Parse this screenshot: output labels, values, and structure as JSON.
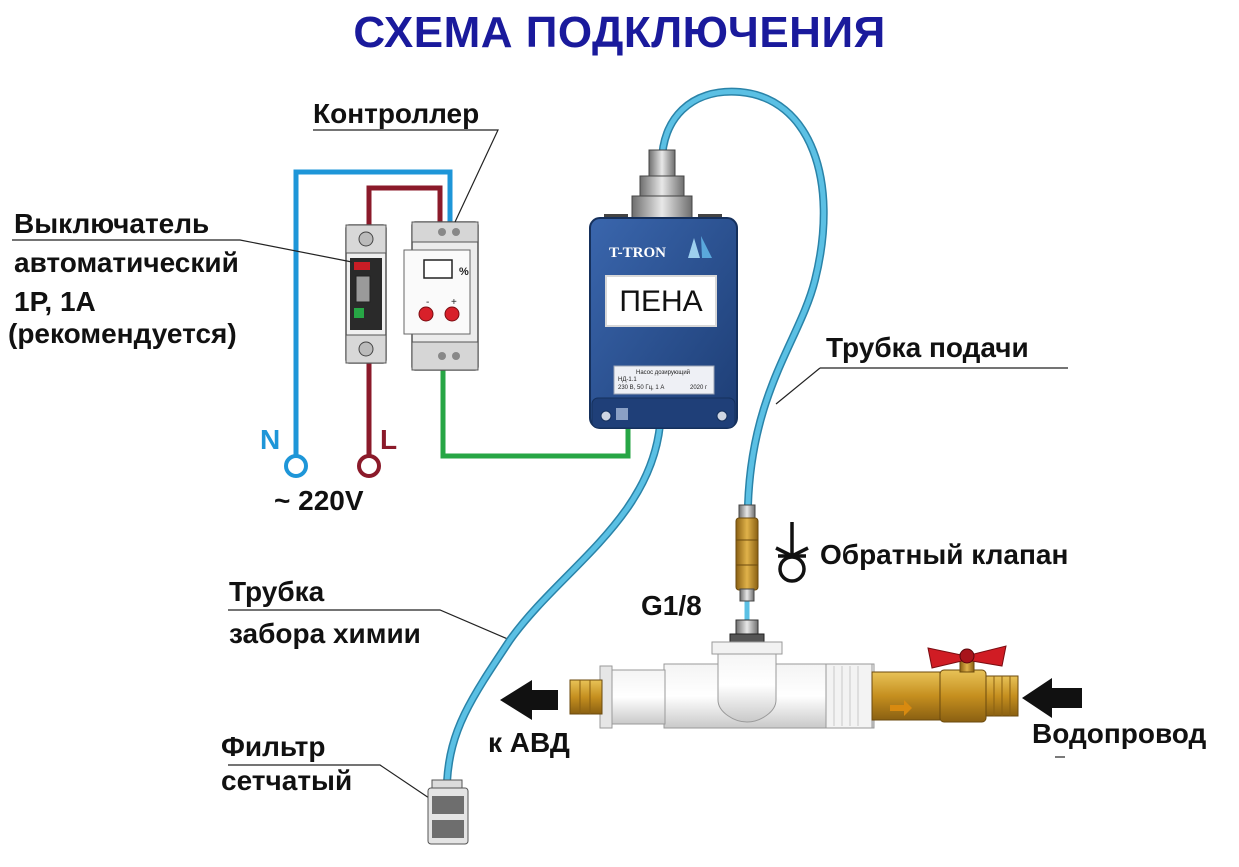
{
  "title": "СХЕМА ПОДКЛЮЧЕНИЯ",
  "labels": {
    "controller": "Контроллер",
    "breaker_line1": "Выключатель",
    "breaker_line2": "автоматический",
    "breaker_line3": "1Р, 1А",
    "breaker_line4": "(рекомендуется)",
    "neutral": "N",
    "line": "L",
    "voltage": "~ 220V",
    "supply_tube": "Трубка  подачи",
    "check_valve": "Обратный клапан",
    "thread": "G1/8",
    "intake_tube_line1": "Трубка",
    "intake_tube_line2": "забора химии",
    "filter_line1": "Фильтр",
    "filter_line2": "сетчатый",
    "to_avd": "к АВД",
    "water_main": "Водопровод"
  },
  "pump": {
    "brand": "T-TRON",
    "display": "ПЕНА",
    "plate_line1": "Насос дозирующий",
    "plate_line2": "НД-1.1",
    "plate_line3": "230 В, 50 Гц, 1 А",
    "plate_year": "2020 г"
  },
  "controller_device": {
    "unit": "%"
  },
  "colors": {
    "title": "#1a1a9c",
    "neutral_wire": "#1e96d8",
    "line_wire": "#8b1a2a",
    "signal_wire": "#27a645",
    "tube": "#5bc0e4",
    "pump_body": "#2b4f8e",
    "brass": "#c99a2e",
    "valve_handle": "#d01c24"
  },
  "icons": [
    "check-valve-icon",
    "arrow-left-icon"
  ]
}
